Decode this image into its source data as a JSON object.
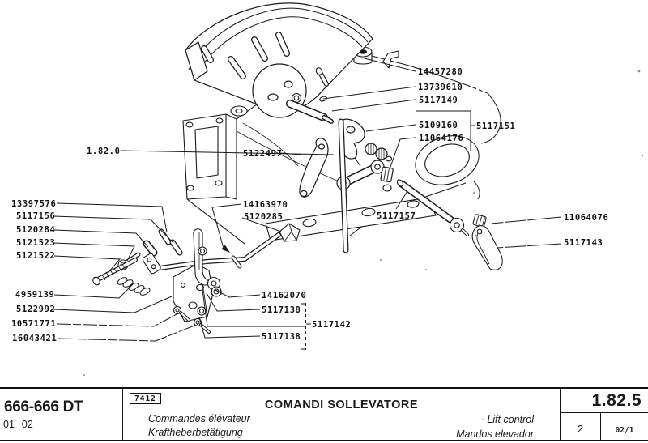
{
  "diagram": {
    "labels": {
      "p14457280": "14457280",
      "p13739610": "13739610",
      "p5117149": "5117149",
      "p5109160": "5109160",
      "p5117151": "5117151",
      "p11064176": "11064176",
      "ref1820": "1.82.0",
      "p5122497": "5122497",
      "p13397576": "13397576",
      "p5117156": "5117156",
      "p5120284": "5120284",
      "p5121523": "5121523",
      "p5121522": "5121522",
      "p14163970": "14163970",
      "p5120285": "5120285",
      "p5117157": "5117157",
      "p11064076": "11064076",
      "p5117143": "5117143",
      "p4959139": "4959139",
      "p5122992": "5122992",
      "p10571771": "10571771",
      "p16043421": "16043421",
      "p14162070": "14162070",
      "p5117138a": "5117138",
      "p5117142": "5117142",
      "p5117138b": "5117138"
    }
  },
  "footer": {
    "model": "666-666 DT",
    "code1": "01",
    "code2": "02",
    "drawing_number": "7412",
    "title_it": "COMANDI SOLLEVATORE",
    "title_fr": "Commandes élévateur",
    "title_de": "Kraftheberbetätigung",
    "title_en": "· Lift control",
    "title_es": "Mandos elevador",
    "section": "1.82.5",
    "sheet": "2",
    "page_ref": "02/1"
  }
}
